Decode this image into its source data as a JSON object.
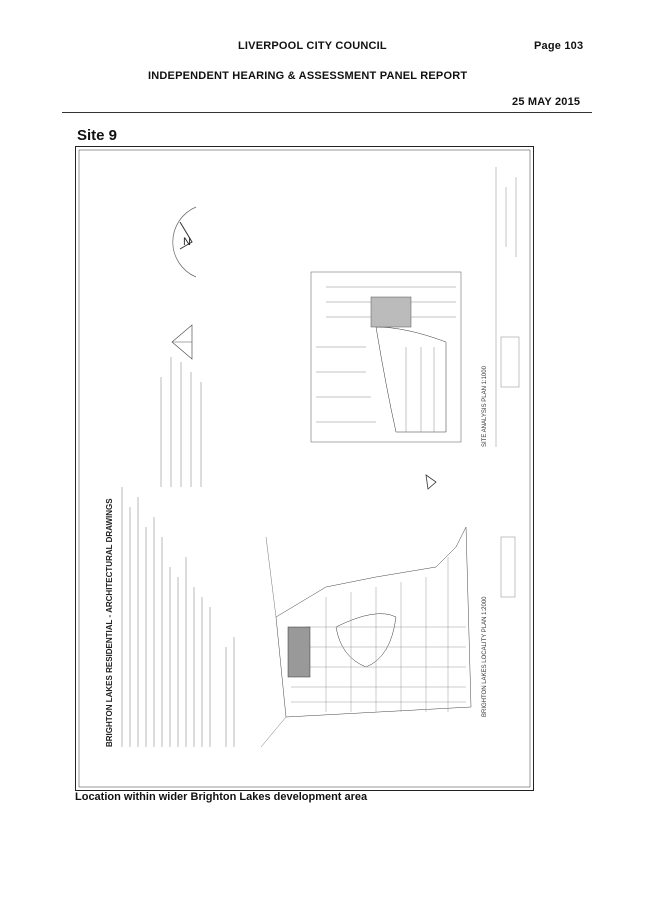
{
  "header": {
    "council": "LIVERPOOL CITY COUNCIL",
    "page": "Page 103",
    "report": "INDEPENDENT HEARING & ASSESSMENT PANEL REPORT",
    "date": "25 MAY 2015"
  },
  "site_title": "Site 9",
  "drawing": {
    "sheet_title": "BRIGHTON LAKES RESIDENTIAL - ARCHITECTURAL DRAWINGS",
    "locality_plan_label": "BRIGHTON LAKES LOCALITY PLAN 1:2000",
    "site_analysis_label": "SITE ANALYSIS PLAN 1:1000"
  },
  "caption": "Location within wider Brighton Lakes development area"
}
